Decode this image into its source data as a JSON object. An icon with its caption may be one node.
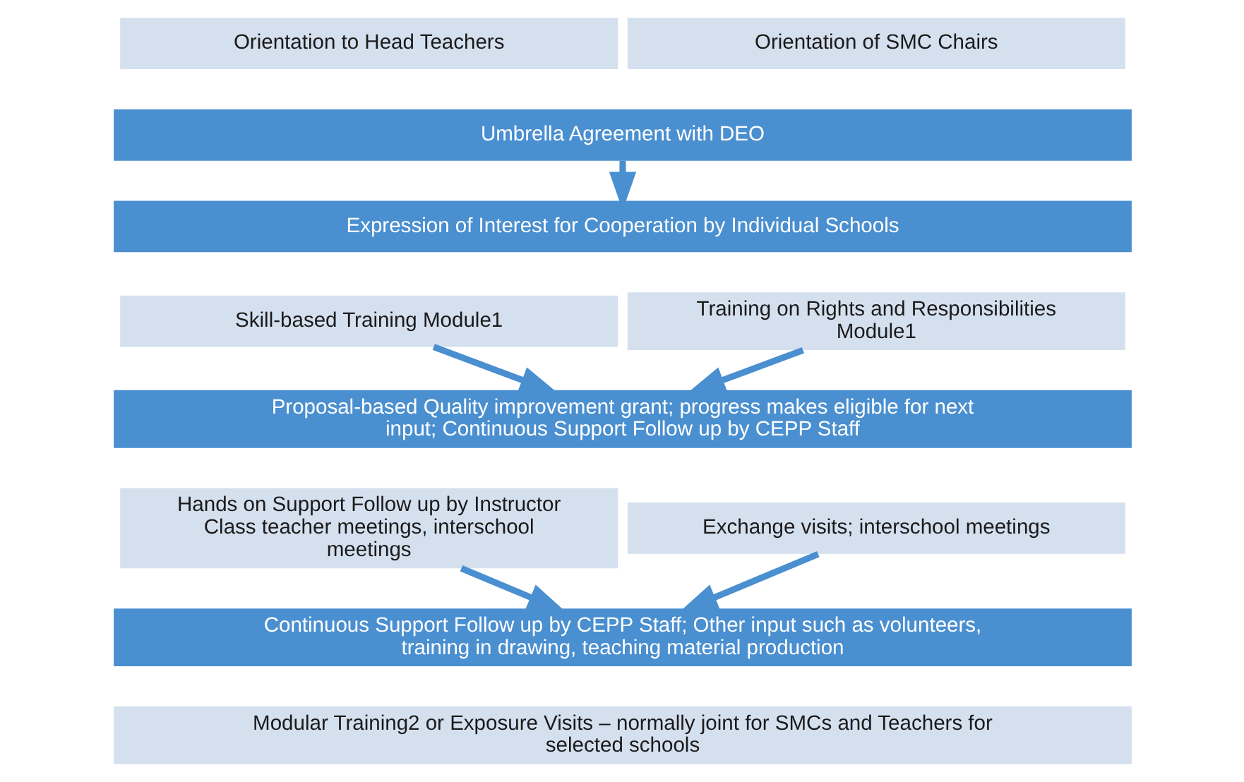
{
  "diagram": {
    "nodes": [
      {
        "text": [
          "Orientation to Head Teachers"
        ]
      },
      {
        "text": [
          "Orientation of SMC Chairs"
        ]
      },
      {
        "text": [
          "Umbrella Agreement with DEO"
        ]
      },
      {
        "text": [
          "Expression of Interest for Cooperation by Individual Schools"
        ]
      },
      {
        "text": [
          "Skill-based Training Module1"
        ]
      },
      {
        "text": [
          "Training on Rights and Responsibilities Module1"
        ]
      },
      {
        "text": [
          "Proposal-based Quality improvement grant; progress makes eligible for next input; Continuous Support Follow up by CEPP Staff"
        ]
      },
      {
        "text": [
          "Hands on Support Follow up by Instructor Class teacher meetings, interschool meetings"
        ]
      },
      {
        "text": [
          "Exchange visits; interschool meetings"
        ]
      },
      {
        "text": [
          "Continuous Support Follow up by CEPP Staff; Other input such as volunteers, training in drawing, teaching material production"
        ]
      },
      {
        "text": [
          "Modular Training2 or Exposure Visits – normally joint for SMCs and Teachers for selected schools"
        ]
      }
    ],
    "edges": [
      {
        "from": 2,
        "to": 3,
        "arrow": "to"
      },
      {
        "from": 4,
        "to": 6,
        "arrow": "to"
      },
      {
        "from": 5,
        "to": 6,
        "arrow": "to"
      },
      {
        "from": 7,
        "to": 9,
        "arrow": "to"
      },
      {
        "from": 8,
        "to": 9,
        "arrow": "to"
      }
    ]
  }
}
